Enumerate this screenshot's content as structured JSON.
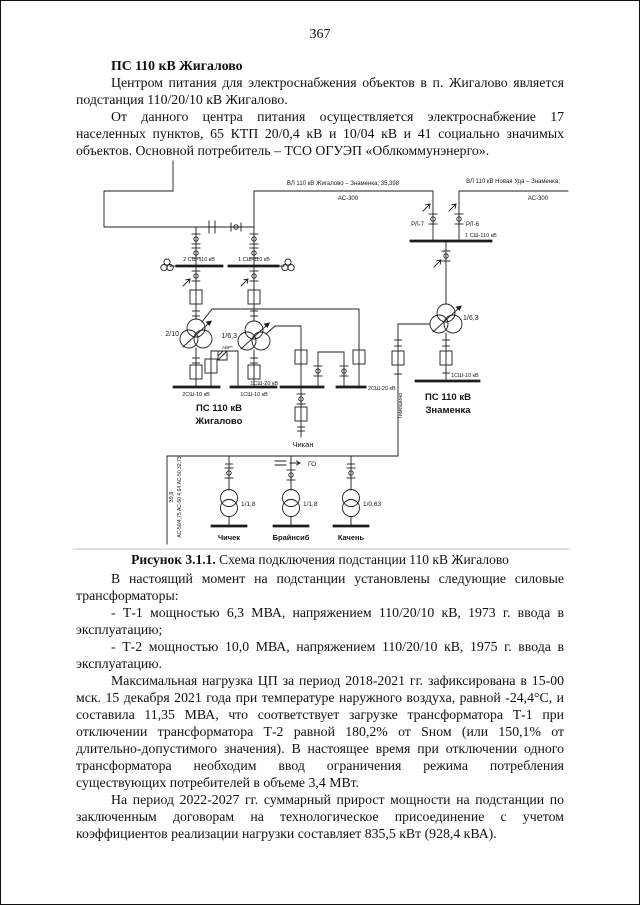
{
  "colors": {
    "ink": "#1c1c1c",
    "paper": "#ffffff"
  },
  "page": {
    "number": "367"
  },
  "article": {
    "heading": "ПС 110 кВ Жигалово",
    "para1": "Центром питания для электроснабжения объектов в п. Жигалово является подстанция 110/20/10 кВ Жигалово.",
    "para2": "От данного центра питания осуществляется электроснабжение 17 населенных пунктов, 65 КТП 20/0,4 кВ и 10/04 кВ и 41 социально значимых объектов. Основной потребитель – ТСО ОГУЭП «Облкоммунэнерго».",
    "para3": "В настоящий момент на подстанции установлены следующие силовые трансформаторы:",
    "item1": "- Т-1 мощностью 6,3 МВА, напряжением 110/20/10 кВ, 1973 г. ввода в эксплуатацию;",
    "item2": "- Т-2 мощностью 10,0 МВА, напряжением 110/20/10 кВ, 1975 г. ввода в эксплуатацию.",
    "para4": "Максимальная нагрузка ЦП за период 2018-2021 гг. зафиксирована в 15-00 мск. 15 декабря 2021 года при температуре наружного воздуха, равной -24,4°С, и составила 11,35 МВА, что соответствует загрузке трансформатора Т-1 при отключении трансформатора Т-2 равной 180,2% от Sном (или 150,1% от длительно-допустимого значения). В настоящее время при отключении одного трансформатора необходим ввод ограничения режима потребления существующих потребителей в объеме 3,4 МВт.",
    "para5": "На период 2022-2027 гг. суммарный прирост мощности на подстанции по заключенным договорам на технологическое присоединение с учетом коэффициентов реализации нагрузки составляет 835,5 кВт (928,4 кВА)."
  },
  "figure": {
    "caption_label": "Рисунок 3.1.1.",
    "caption_text": " Схема подключения подстанции 110 кВ Жигалово",
    "labels": {
      "line1_name": "ВЛ 110 кВ Жигалово – Знаменка; 35,398",
      "line1_wire": "АС-300",
      "line2_name": "ВЛ 110 кВ Новая Уда – Знаменка;",
      "line2_wire": "АС-300",
      "rl7": "РЛ-7",
      "rl6": "РЛ-6",
      "znam_bus110": "1 СШ-110 кВ",
      "zhig_bus110_2": "2 СШ-110 кВ",
      "zhig_bus110_1": "1 СШ-110 кВ",
      "t2": "2/10",
      "t1": "1/6,3",
      "t_znam": "1/6,3",
      "avr": "АВР*",
      "zhig_bus10_2": "2СШ-10 кВ",
      "zhig_bus10_1": "1СШ-10 кВ",
      "zhig_name1": "ПС 110 кВ",
      "zhig_name2": "Жигалово",
      "bus20_1": "1СШ-20 кВ",
      "bus20_2": "2СШ-20 кВ",
      "chikan": "Чикан",
      "go": "ГО",
      "znam_bus10": "1СШ-10 кВ",
      "znam_name1": "ПС 110 кВ",
      "znam_name2": "Знаменка",
      "timoshino": "Тимошино",
      "left_line_a": "39,8",
      "left_line_b": "АС-50/4,75 АС-50 4,64 АС-50 32,73",
      "tr_chichek": "1/1,8",
      "tr_brainsib": "1/1,8",
      "tr_kachen": "1/0,63",
      "chichek": "Чичек",
      "brainsib": "Брайнсиб",
      "kachen": "Качень"
    }
  }
}
